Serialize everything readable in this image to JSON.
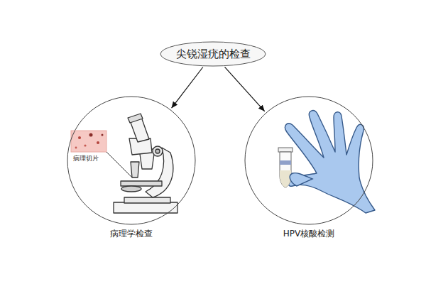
{
  "diagram": {
    "nodes": [
      {
        "text": [
          "尖锐湿疣的检查"
        ]
      },
      {
        "text": [
          "病理学检查"
        ]
      },
      {
        "text": [
          "HPV核酸检测"
        ]
      }
    ],
    "edges": [
      {
        "from": 0,
        "to": 1,
        "arrow": "to"
      },
      {
        "from": 0,
        "to": 2,
        "arrow": "to"
      }
    ],
    "labels": [
      "病理切片"
    ]
  }
}
